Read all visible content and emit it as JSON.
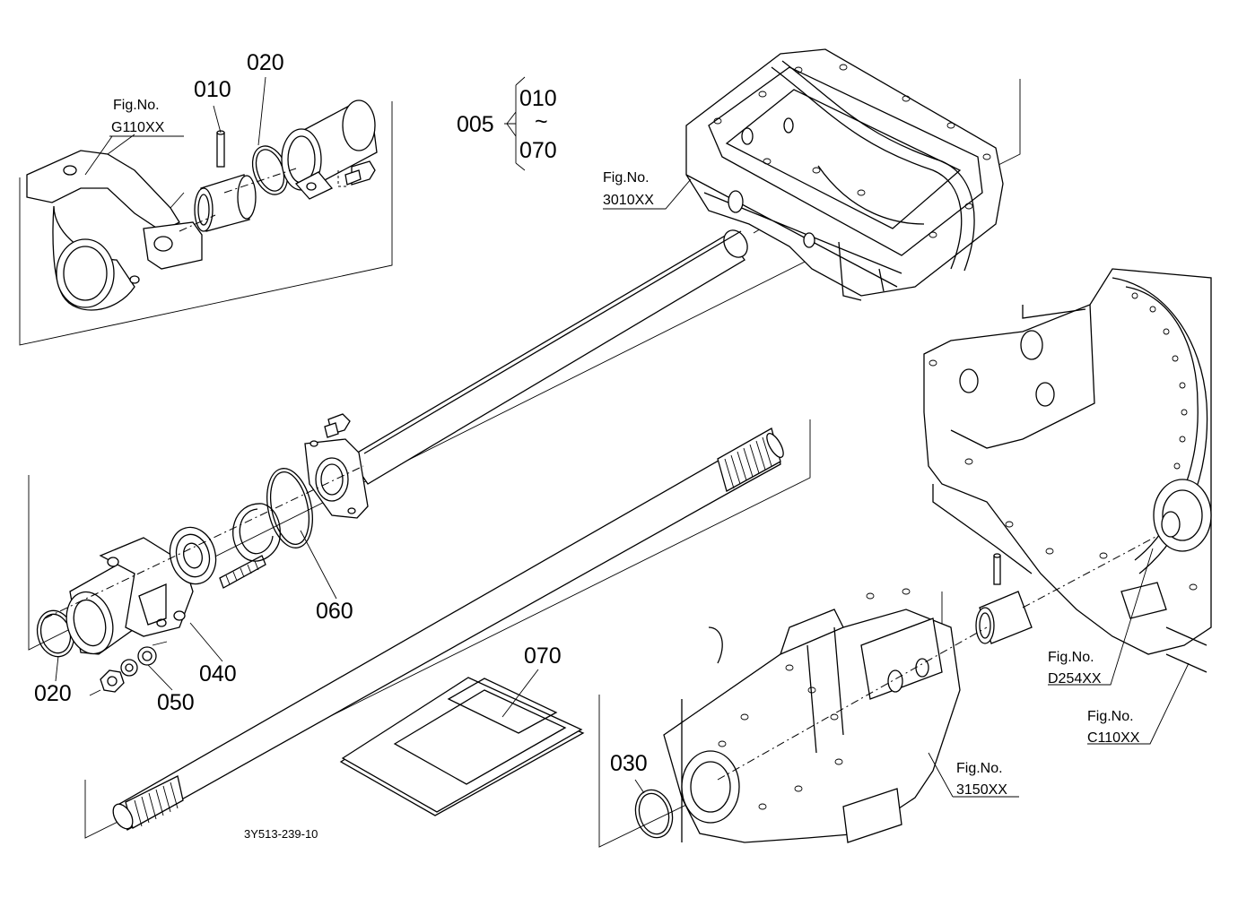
{
  "callouts": {
    "c005": "005",
    "c010_top": "010",
    "c070_top": "070",
    "tilde": "~",
    "c010": "010",
    "c020_top": "020",
    "c020_bot": "020",
    "c030": "030",
    "c040": "040",
    "c050": "050",
    "c060": "060",
    "c070": "070"
  },
  "fig_refs": {
    "fig_no": "Fig.No.",
    "g110": "G110XX",
    "f3010": "3010XX",
    "d254": "D254XX",
    "c110": "C110XX",
    "f3150": "3150XX"
  },
  "diagram_code": "3Y513-239-10"
}
